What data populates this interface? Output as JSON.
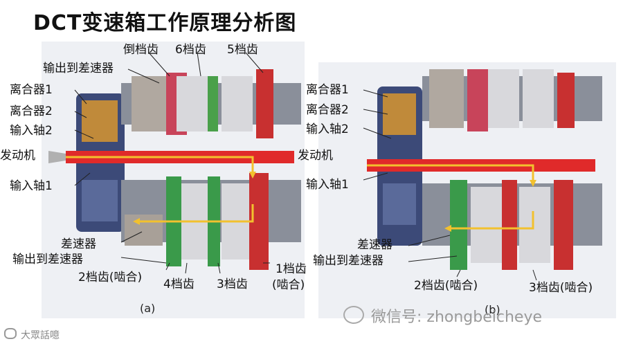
{
  "title": "DCT变速箱工作原理分析图",
  "left_panel": {
    "caption": "(a)",
    "labels": {
      "reverse": "倒档齿",
      "gear6": "6档齿",
      "gear5": "5档齿",
      "output_top": "输出到差速器",
      "clutch1": "离合器1",
      "clutch2": "离合器2",
      "input2": "输入轴2",
      "engine": "发动机",
      "input1": "输入轴1",
      "differential": "差速器",
      "output_bottom": "输出到差速器",
      "gear2": "2档齿(啮合)",
      "gear4": "4档齿",
      "gear3": "3档齿",
      "gear1_a": "1档齿",
      "gear1_b": "(啮合)"
    }
  },
  "right_panel": {
    "caption": "(b)",
    "labels": {
      "clutch1": "离合器1",
      "clutch2": "离合器2",
      "input2": "输入轴2",
      "engine": "发动机",
      "input1": "输入轴1",
      "differential": "差速器",
      "output_bottom": "输出到差速器",
      "gear2": "2档齿(啮合)",
      "gear3": "3档齿(啮合)"
    }
  },
  "watermark": "微信号: zhongbeicheye",
  "logo_text": "大眾話噫",
  "colors": {
    "red_shaft": "#e02a2a",
    "green_gear": "#3a9a4a",
    "flow_arrow": "#f2c12e"
  }
}
